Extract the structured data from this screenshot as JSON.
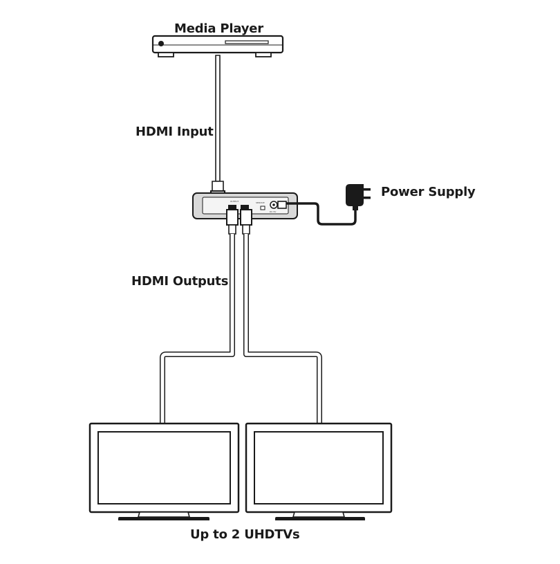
{
  "labels": {
    "media_player": "Media Player",
    "hdmi_input": "HDMI Input",
    "power_supply": "Power Supply",
    "hdmi_outputs": "HDMI Outputs",
    "uhdtvs": "Up to 2 UHDTVs"
  },
  "device_port_labels": {
    "output": "OUTPUT",
    "service": "SERVICE",
    "dc_in": "DC 5V"
  },
  "icons": [
    "media-player-icon",
    "splitter-icon",
    "power-adapter-icon",
    "tv-icon"
  ],
  "colors": {
    "line": "#1a1a1a",
    "device_gray": "#d9d9d9",
    "cable_fill": "#ffffff"
  }
}
